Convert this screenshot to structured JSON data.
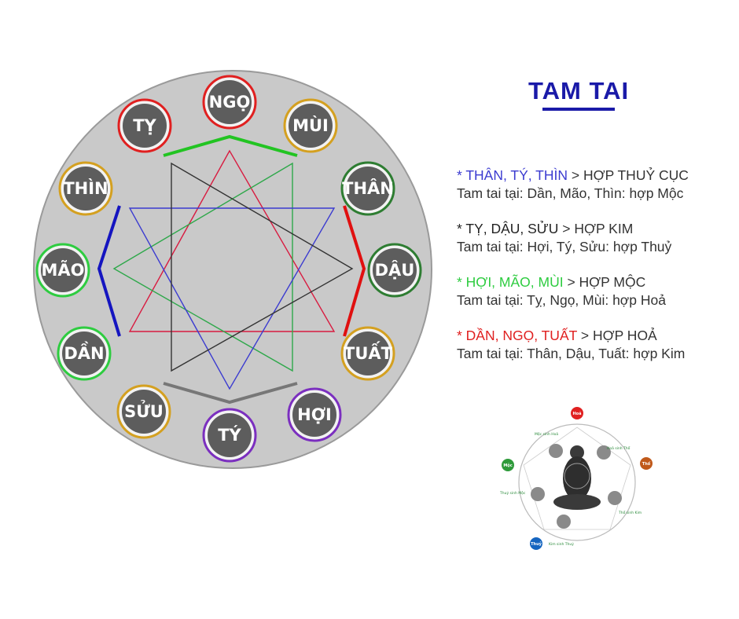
{
  "title": "TAM TAI",
  "wheel": {
    "nodes": [
      {
        "name": "NGỌ",
        "ring": "#e02020"
      },
      {
        "name": "MÙI",
        "ring": "#d4a020"
      },
      {
        "name": "THÂN",
        "ring": "#2e7d32"
      },
      {
        "name": "DẬU",
        "ring": "#2e7d32"
      },
      {
        "name": "TUẤT",
        "ring": "#d4a020"
      },
      {
        "name": "HỢI",
        "ring": "#7b2fbf"
      },
      {
        "name": "TÝ",
        "ring": "#7b2fbf"
      },
      {
        "name": "SỬU",
        "ring": "#d4a020"
      },
      {
        "name": "DẦN",
        "ring": "#2ecc40"
      },
      {
        "name": "MÃO",
        "ring": "#2ecc40"
      },
      {
        "name": "THÌN",
        "ring": "#d4a020"
      },
      {
        "name": "TỴ",
        "ring": "#e02020"
      }
    ],
    "colors": {
      "disc": "#c9c9c9",
      "node_fill": "#5d5d5d",
      "triangle_red": "#d81b40",
      "triangle_green": "#2ea84a",
      "triangle_blue": "#3b3bd0",
      "triangle_black": "#333333",
      "bracket_green": "#22c422",
      "bracket_red": "#e01010",
      "bracket_gray": "#777777",
      "bracket_blue": "#1515c0"
    }
  },
  "groups": [
    {
      "head": "* THÂN, TÝ, THÌN",
      "head_color": "#3b3bd0",
      "rest": " > HỢP THUỶ CỤC",
      "line2": "Tam tai tại: Dần, Mão, Thìn: hợp Mộc"
    },
    {
      "head": "* TỴ, DẬU, SỬU",
      "head_color": "#222222",
      "rest": " > HỢP KIM",
      "line2": "Tam tai tại: Hợi, Tý, Sửu: hợp Thuỷ"
    },
    {
      "head": "* HỢI, MÃO, MÙI",
      "head_color": "#2ecc40",
      "rest": " > HỢP MỘC",
      "line2": "Tam tai tại: Tỵ, Ngọ, Mùi: hợp Hoả"
    },
    {
      "head": "* DẦN, NGỌ, TUẤT",
      "head_color": "#e02020",
      "rest": " > HỢP HOẢ",
      "line2": "Tam tai tại: Thân, Dậu, Tuất: hợp Kim"
    }
  ],
  "mini": {
    "nodes": [
      {
        "name": "Hoả",
        "color": "#e02020"
      },
      {
        "name": "Thổ",
        "color": "#c0591a"
      },
      {
        "name": "Thuỷ",
        "color": "#1565c0"
      },
      {
        "name": "Mộc",
        "color": "#2e9a3a"
      }
    ],
    "labels": [
      "Mộc sinh Hoả",
      "Hoả sinh Thổ",
      "Thổ sinh Kim",
      "Kim sinh Thuỷ",
      "Thuỷ sinh Mộc"
    ]
  }
}
